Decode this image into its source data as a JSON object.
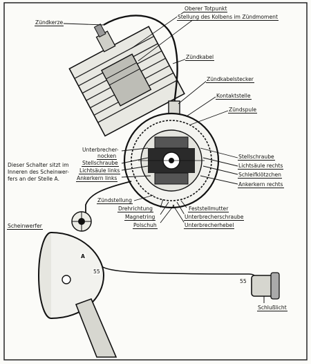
{
  "labels": {
    "oberer_totpunkt": "Oberer Totpunkt",
    "stellung_kolben": "Stellung des Kolbens im Zündmoment",
    "zuendkerze": "Zündkerze",
    "zuendkabel": "Zündkabel",
    "zuendkabelstecker": "Zündkabelstecker",
    "kontaktstelle": "Kontaktstelle",
    "zuendspule": "Zündspule",
    "unterbrechernocken_1": "Unterbrecher-",
    "unterbrechernocken_2": "nocken",
    "stellschraube_left": "Stellschraube",
    "lichtsaeule_links": "Lichtsäule links",
    "ankerkern_links": "Ankerkern links",
    "stellschraube_right": "Stellschraube",
    "lichtsaeule_rechts": "Lichtsäule rechts",
    "schleifkloetzchen": "Schleifklötzchen",
    "ankerkern_rechts": "Ankerkern rechts",
    "zuendstellung": "Zündstellung",
    "drehrichtung": "Drehrichtung",
    "magnetring": "Magnetring",
    "polschuh": "Polschuh",
    "feststellmutter": "Feststellmutter",
    "unterbrecherschraube": "Unterbrecherschraube",
    "unterbrecherhebel": "Unterbrecherhebel",
    "schalter_note_1": "Dieser Schalter sitzt im",
    "schalter_note_2": "Inneren des Scheinwer-",
    "schalter_note_3": "fers an der Stelle A.",
    "scheinwerfer": "Scheinwerfer",
    "schlusslicht": "Schlußlicht",
    "mark_a": "A",
    "mark_55_left": "55",
    "mark_55_right": "55"
  }
}
